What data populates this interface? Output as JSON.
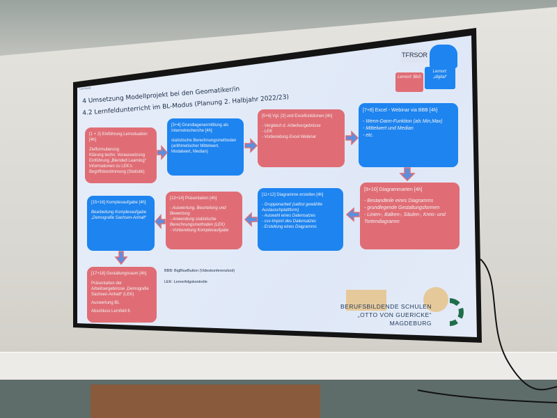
{
  "slide": {
    "header_small": "Lernfeld",
    "title_line1": "4 Umsetzung Modellprojekt bei den Geomatiker/in",
    "title_line2": "4.2 Lernfeldunterricht im BL-Modus (Planung 2.  Halbjahr 2022/23)",
    "badge": {
      "name": "TFRSOR",
      "left": "Lernort: BbS",
      "right": "Lernort: „digital“"
    },
    "boxes": [
      {
        "title": "[1 + 2] Einführung Lernsituation [4h]",
        "items": [
          "Zielformulierung",
          "Klärung techn. Voraussetzung",
          "Einführung „Blended Learning“",
          "Informationen zu LEK's",
          "Begriffsbestimmung (Statistik)"
        ]
      },
      {
        "title": "[3+4] Grundlagenermittlung als Internetrecherche [4h]",
        "items": [
          "statistische Berechnungsmethoden (arithmetischer Mittelwert, Modalwert, Median)"
        ]
      },
      {
        "title": "[5+6] Vgl. [3] und Excelfunktionen [4h]",
        "items": [
          "- Vergleich d. Arbeitsergebnisse",
          "- LEK",
          "- Vorbereitung Excel Webinar"
        ]
      },
      {
        "title": "[7+8] Excel - Webinar via BBB [4h]",
        "items": [
          "- Wenn-Dann-Funktion (als Min,Max)",
          "- Mittelwert und Median",
          "- etc."
        ]
      },
      {
        "title": "[9+10] Diagrammarten [4h]",
        "items": [
          "- Bestandteile eines Diagramms",
          "- grundlegende Gestaltungsformen",
          "- Linien-, Balken-, Säulen-, Kreis- und Tortendiagramm"
        ]
      },
      {
        "title": "[11+12] Diagramme erstellen [4h]",
        "items": [
          "- Gruppenarbeit (selbst gewählte Austauschplattform)",
          "- Auswahl eines Datensatzes",
          "- csv-Import des Datensatzes",
          "- Erstellung eines Diagramms"
        ]
      },
      {
        "title": "[13+14] Präsentation [4h]",
        "items": [
          "- Auswertung, Beurteilung und Bewertung",
          "- Anwendung statistische Berechnungsmethoden (LEK)",
          "- Vorbereitung Komplexaufgabe"
        ]
      },
      {
        "title": "[15+16] Komplexaufgabe [4h]",
        "items": [
          "Bearbeitung Komplexaufgabe „Demografie Sachsen-Anhalt“"
        ]
      },
      {
        "title": "[17+18] Gestaltungsraum [4h]",
        "items": [
          "Präsentation der Arbeitsergebnisse „Demografie Sachsen-Anhalt“ (LEK)",
          "Auswertung BL",
          "Abschluss Lernfeld 6"
        ]
      }
    ],
    "notes": [
      "BBB: BigBlueButton (Videokonferenztool)",
      "LEK: Lernerfolgskontrolle"
    ],
    "school": [
      "BERUFSBILDENDE SCHULEN",
      "„OTTO VON GUERICKE“",
      "MAGDEBURG"
    ],
    "colors": {
      "pink": "#e06d75",
      "blue": "#1d84f0"
    }
  }
}
